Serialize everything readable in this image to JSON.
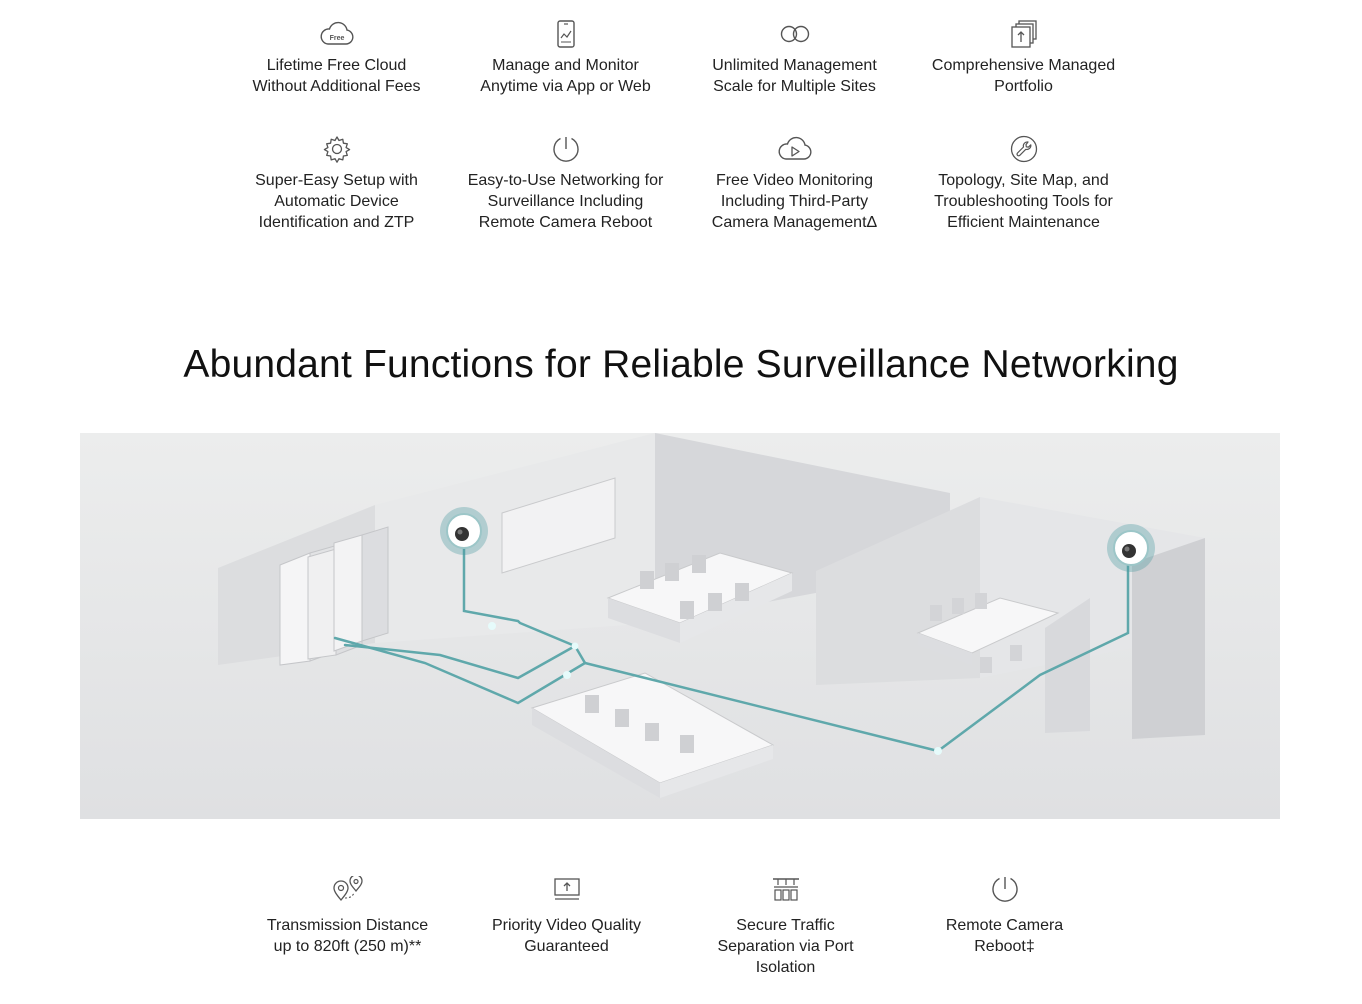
{
  "top_features": [
    {
      "icon": "free-cloud-icon",
      "badge": "Free",
      "lines": [
        "Lifetime Free Cloud",
        "Without Additional Fees"
      ]
    },
    {
      "icon": "phone-monitor-icon",
      "lines": [
        "Manage and Monitor",
        "Anytime via App or Web"
      ]
    },
    {
      "icon": "infinity-icon",
      "lines": [
        "Unlimited Management",
        "Scale for Multiple Sites"
      ]
    },
    {
      "icon": "stacked-pages-icon",
      "lines": [
        "Comprehensive Managed",
        "Portfolio"
      ]
    },
    {
      "icon": "gear-icon",
      "lines": [
        "Super-Easy Setup with",
        "Automatic Device",
        "Identification and ZTP"
      ]
    },
    {
      "icon": "power-icon",
      "lines": [
        "Easy-to-Use Networking for",
        "Surveillance Including",
        "Remote Camera Reboot"
      ]
    },
    {
      "icon": "cloud-play-icon",
      "lines": [
        "Free Video Monitoring",
        "Including Third-Party",
        "Camera ManagementΔ"
      ]
    },
    {
      "icon": "wrench-icon",
      "lines": [
        "Topology, Site Map, and",
        "Troubleshooting Tools for",
        "Efficient Maintenance"
      ]
    }
  ],
  "section_title": "Abundant Functions for Reliable Surveillance Networking",
  "bottom_features": [
    {
      "icon": "location-pins-icon",
      "lines": [
        "Transmission Distance",
        "up to 820ft (250 m)**"
      ]
    },
    {
      "icon": "priority-monitor-icon",
      "lines": [
        "Priority Video Quality",
        "Guaranteed"
      ]
    },
    {
      "icon": "port-isolation-icon",
      "lines": [
        "Secure Traffic",
        "Separation via Port",
        "Isolation"
      ]
    },
    {
      "icon": "power-icon",
      "lines": [
        "Remote Camera",
        "Reboot‡"
      ]
    }
  ],
  "colors": {
    "accent": "#4b9aa0",
    "icon_stroke": "#555555"
  }
}
